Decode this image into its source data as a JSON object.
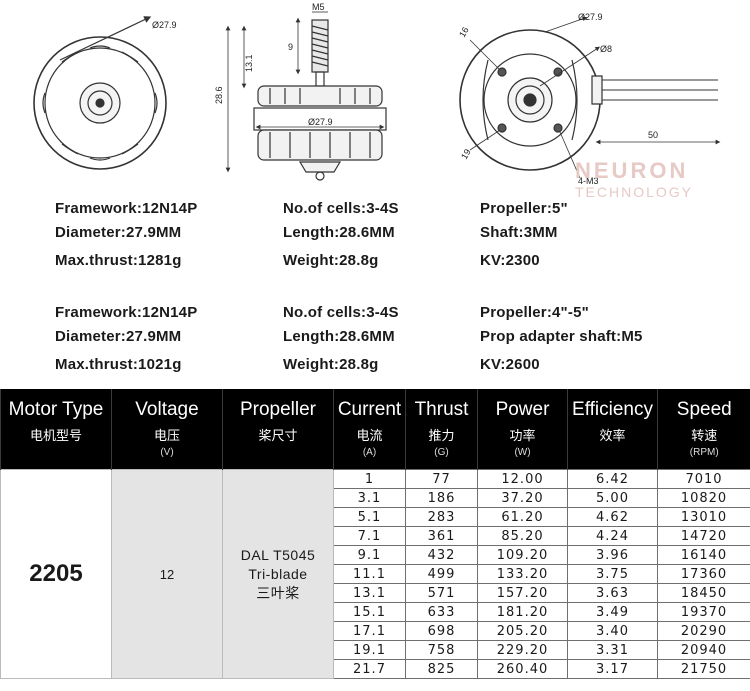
{
  "drawing": {
    "front_diameter_label": "Ø27.9",
    "side_thread_label": "M5",
    "side_shaft_length_label": "9",
    "side_upper_height_label": "13.1",
    "side_total_height_label": "28.6",
    "side_base_diameter_label": "Ø27.9",
    "bottom_outer_label": "Ø27.9",
    "bottom_hole_label": "Ø8",
    "bottom_dim_16": "16",
    "bottom_dim_19": "19",
    "bottom_screws_label": "4-M3",
    "lead_length_label": "50",
    "watermark_main": "NEURON",
    "watermark_sub": "TECHNOLOGY"
  },
  "spec_blocks": [
    {
      "framework": "Framework:12N14P",
      "cells": "No.of cells:3-4S",
      "propeller": "Propeller:5\"",
      "diameter": "Diameter:27.9MM",
      "length": "Length:28.6MM",
      "shaft": "Shaft:3MM",
      "thrust": "Max.thrust:1281g",
      "weight": "Weight:28.8g",
      "kv": "KV:2300"
    },
    {
      "framework": "Framework:12N14P",
      "cells": "No.of cells:3-4S",
      "propeller": "Propeller:4\"-5\"",
      "diameter": "Diameter:27.9MM",
      "length": "Length:28.6MM",
      "shaft": "Prop adapter shaft:M5",
      "thrust": "Max.thrust:1021g",
      "weight": "Weight:28.8g",
      "kv": "KV:2600"
    }
  ],
  "table": {
    "headers": [
      {
        "en": "Motor Type",
        "cn": "电机型号",
        "unit": ""
      },
      {
        "en": "Voltage",
        "cn": "电压",
        "unit": "(V)"
      },
      {
        "en": "Propeller",
        "cn": "桨尺寸",
        "unit": ""
      },
      {
        "en": "Current",
        "cn": "电流",
        "unit": "(A)"
      },
      {
        "en": "Thrust",
        "cn": "推力",
        "unit": "(G)"
      },
      {
        "en": "Power",
        "cn": "功率",
        "unit": "(W)"
      },
      {
        "en": "Efficiency",
        "cn": "效率",
        "unit": ""
      },
      {
        "en": "Speed",
        "cn": "转速",
        "unit": "(RPM)"
      }
    ],
    "motor_type": "2205",
    "voltage": "12",
    "propeller_lines": [
      "DAL T5045",
      "Tri-blade",
      "三叶桨"
    ],
    "rows": [
      [
        "1",
        "77",
        "12.00",
        "6.42",
        "7010"
      ],
      [
        "3.1",
        "186",
        "37.20",
        "5.00",
        "10820"
      ],
      [
        "5.1",
        "283",
        "61.20",
        "4.62",
        "13010"
      ],
      [
        "7.1",
        "361",
        "85.20",
        "4.24",
        "14720"
      ],
      [
        "9.1",
        "432",
        "109.20",
        "3.96",
        "16140"
      ],
      [
        "11.1",
        "499",
        "133.20",
        "3.75",
        "17360"
      ],
      [
        "13.1",
        "571",
        "157.20",
        "3.63",
        "18450"
      ],
      [
        "15.1",
        "633",
        "181.20",
        "3.49",
        "19370"
      ],
      [
        "17.1",
        "698",
        "205.20",
        "3.40",
        "20290"
      ],
      [
        "19.1",
        "758",
        "229.20",
        "3.31",
        "20940"
      ],
      [
        "21.7",
        "825",
        "260.40",
        "3.17",
        "21750"
      ]
    ]
  }
}
